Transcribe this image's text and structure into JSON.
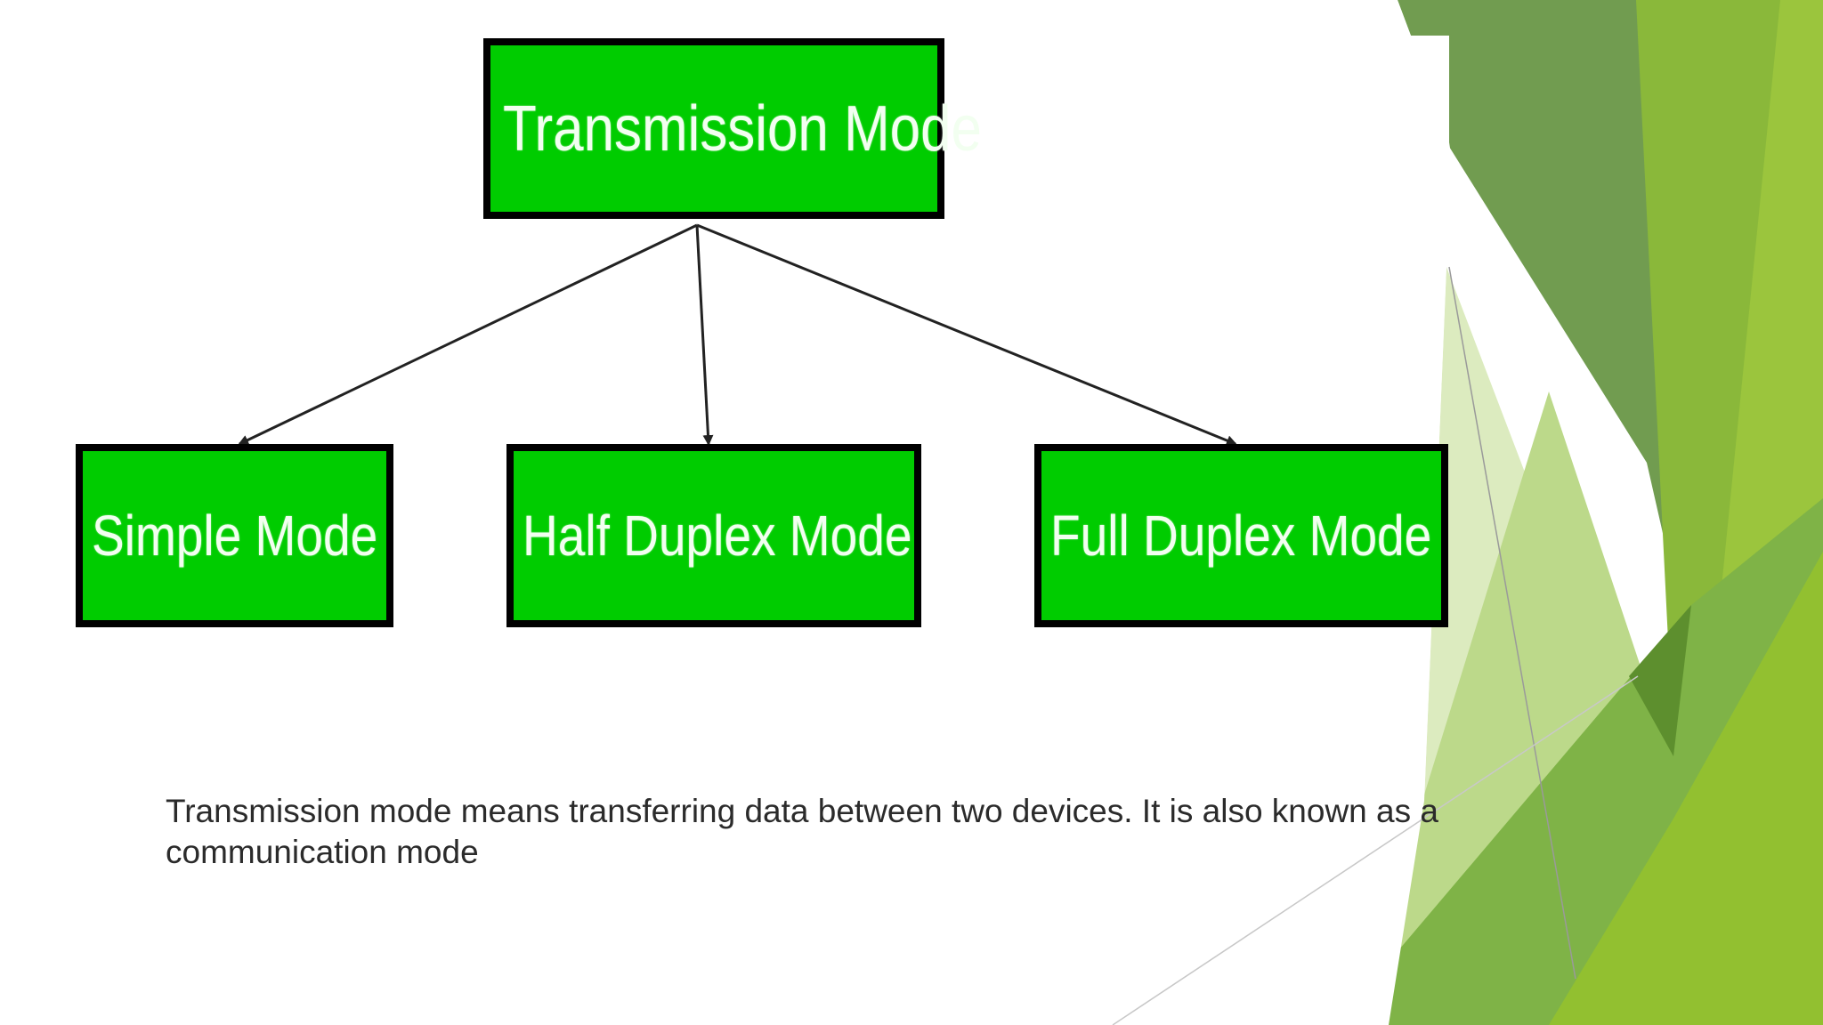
{
  "diagram": {
    "root": {
      "label": "Transmission Mode"
    },
    "children": [
      {
        "label": "Simple Mode"
      },
      {
        "label": "Half Duplex Mode"
      },
      {
        "label": "Full Duplex Mode"
      }
    ]
  },
  "caption": "Transmission mode means transferring data between two devices. It is also known as a communication mode",
  "colors": {
    "node_fill": "#00cc00",
    "node_border": "#000000",
    "node_text": "#f2fff0",
    "arrow": "#222222",
    "accent_green_light": "#9bc53d",
    "accent_green_dark": "#5d8f2e",
    "caption_text": "#2b2b2b"
  }
}
